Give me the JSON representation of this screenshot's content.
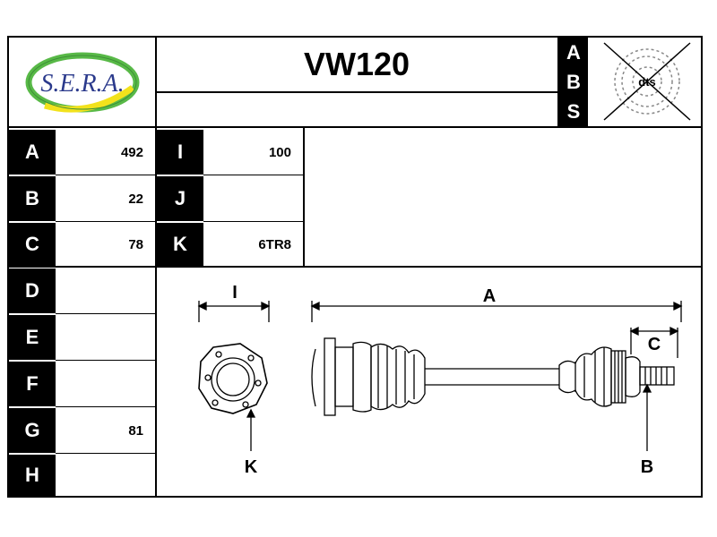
{
  "header": {
    "brand": "S.E.R.A.",
    "part_number": "VW120",
    "abs_letters": [
      "A",
      "B",
      "S"
    ],
    "abs_icon_text": "dts",
    "brand_colors": {
      "ring": "#58b947",
      "swoosh": "#f2e21c",
      "text": "#2b3a8c"
    }
  },
  "specs_left": [
    {
      "label": "A",
      "value": "492"
    },
    {
      "label": "B",
      "value": "22"
    },
    {
      "label": "C",
      "value": "78"
    },
    {
      "label": "D",
      "value": ""
    },
    {
      "label": "E",
      "value": ""
    },
    {
      "label": "F",
      "value": ""
    },
    {
      "label": "G",
      "value": "81"
    },
    {
      "label": "H",
      "value": ""
    }
  ],
  "specs_right": [
    {
      "label": "I",
      "value": "100"
    },
    {
      "label": "J",
      "value": ""
    },
    {
      "label": "K",
      "value": "6TR8"
    }
  ],
  "diagram": {
    "labels": {
      "I": "I",
      "A": "A",
      "C": "C",
      "K": "K",
      "B": "B"
    }
  }
}
